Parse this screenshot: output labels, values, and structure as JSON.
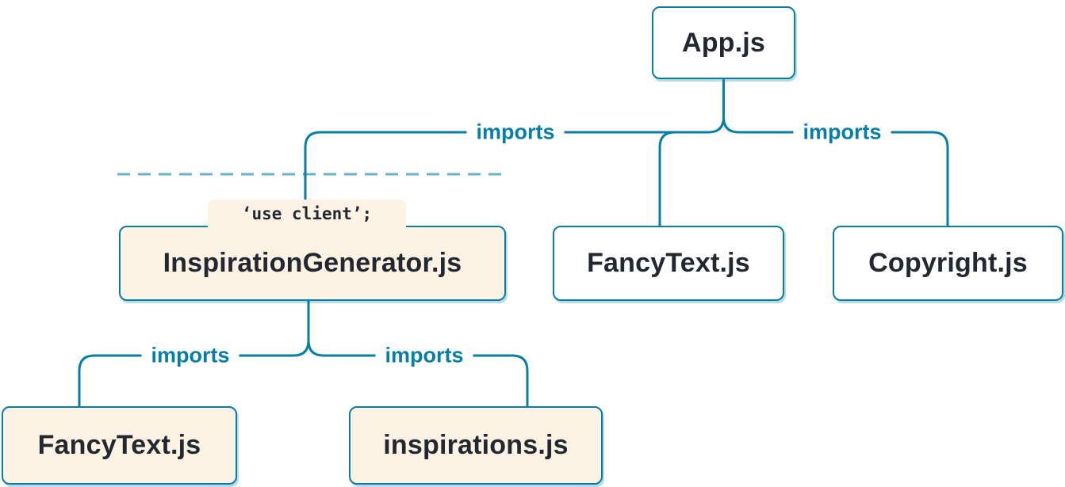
{
  "colors": {
    "line": "#087EA4",
    "server_bg": "#FFFFFF",
    "client_bg": "#FCF3E4",
    "text": "#23272F",
    "edge_label_color": "#087EA4"
  },
  "edge_label": "imports",
  "nodes": {
    "app": {
      "label": "App.js"
    },
    "inspiration_generator": {
      "label": "InspirationGenerator.js",
      "directive": "‘use client’;"
    },
    "fancytext_top": {
      "label": "FancyText.js"
    },
    "copyright": {
      "label": "Copyright.js"
    },
    "fancytext_bottom": {
      "label": "FancyText.js"
    },
    "inspirations": {
      "label": "inspirations.js"
    }
  }
}
